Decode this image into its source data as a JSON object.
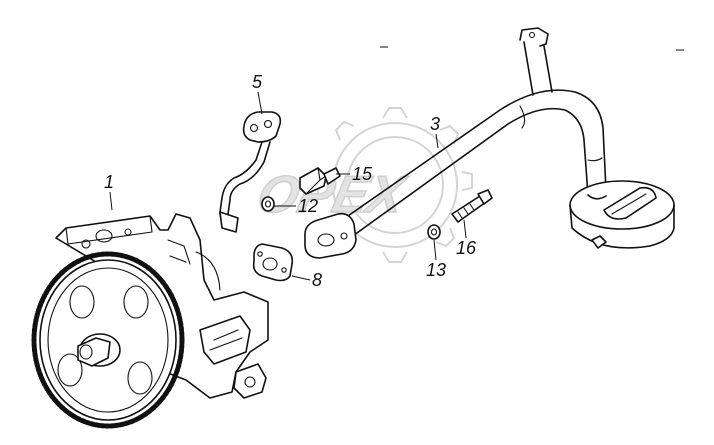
{
  "diagram": {
    "callouts": [
      {
        "id": "1",
        "label": "1"
      },
      {
        "id": "3",
        "label": "3"
      },
      {
        "id": "5",
        "label": "5"
      },
      {
        "id": "8",
        "label": "8"
      },
      {
        "id": "12",
        "label": "12"
      },
      {
        "id": "13",
        "label": "13"
      },
      {
        "id": "15",
        "label": "15"
      },
      {
        "id": "16",
        "label": "16"
      }
    ],
    "watermark": "OPEX"
  }
}
